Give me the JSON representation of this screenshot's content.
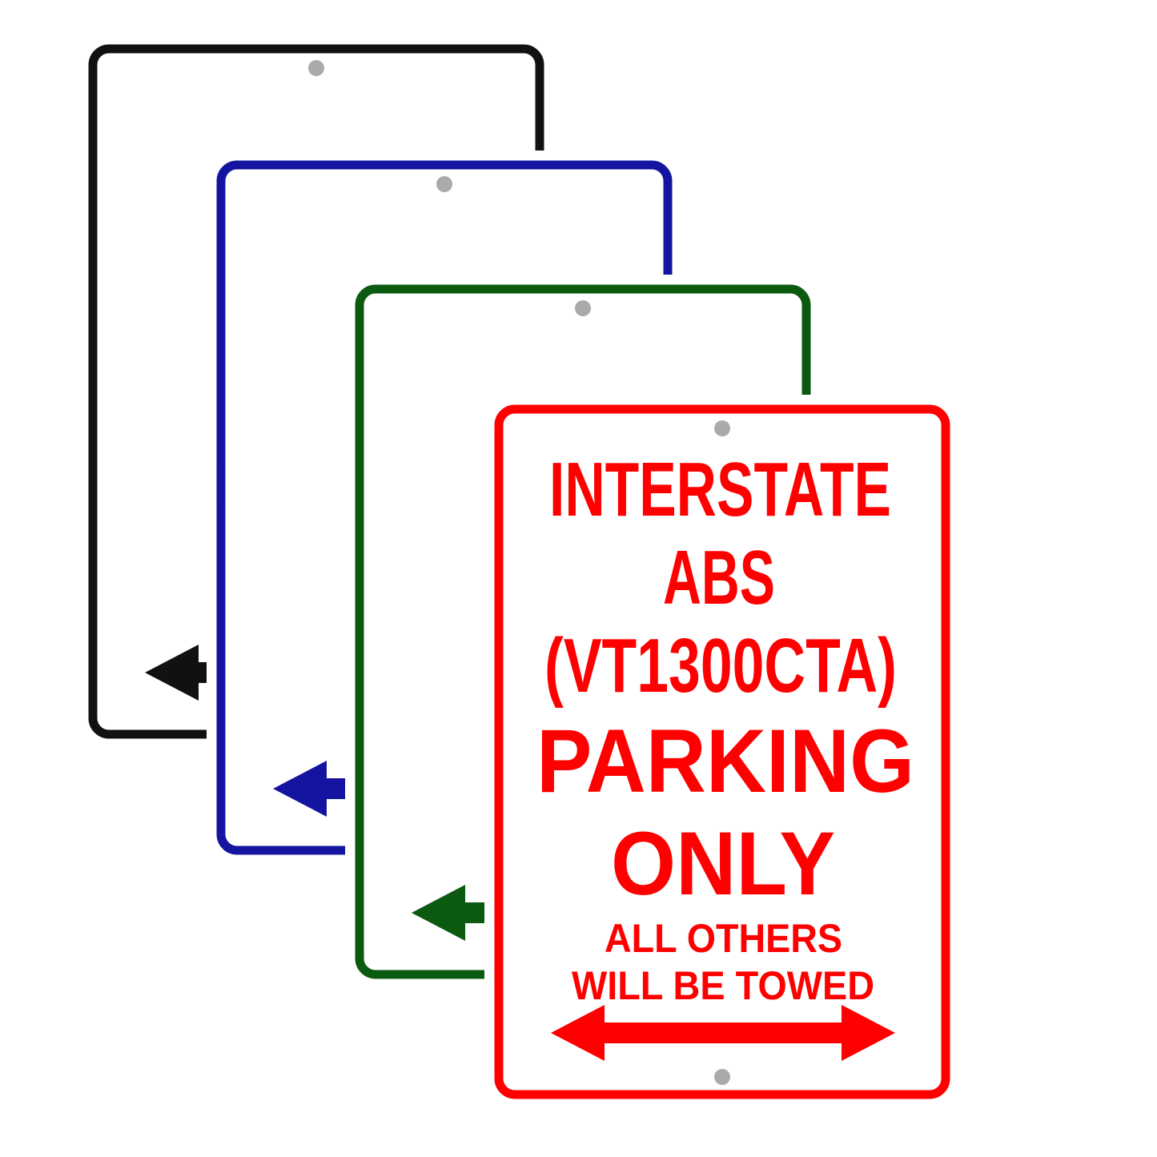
{
  "signs": [
    {
      "variant": "black",
      "color": "#111111"
    },
    {
      "variant": "blue",
      "color": "#1414a0"
    },
    {
      "variant": "green",
      "color": "#0b5a10"
    },
    {
      "variant": "red",
      "color": "#ff0000"
    }
  ],
  "text": {
    "line1": "INTERSTATE",
    "line2": "ABS",
    "line3": "(VT1300CTA)",
    "line4": "PARKING",
    "line5": "ONLY",
    "line6": "ALL OTHERS",
    "line7": "WILL BE TOWED"
  },
  "icons": {
    "arrow": "double-headed-arrow-icon",
    "hole": "mounting-hole-icon"
  },
  "hole_color": "#aaaaaa"
}
